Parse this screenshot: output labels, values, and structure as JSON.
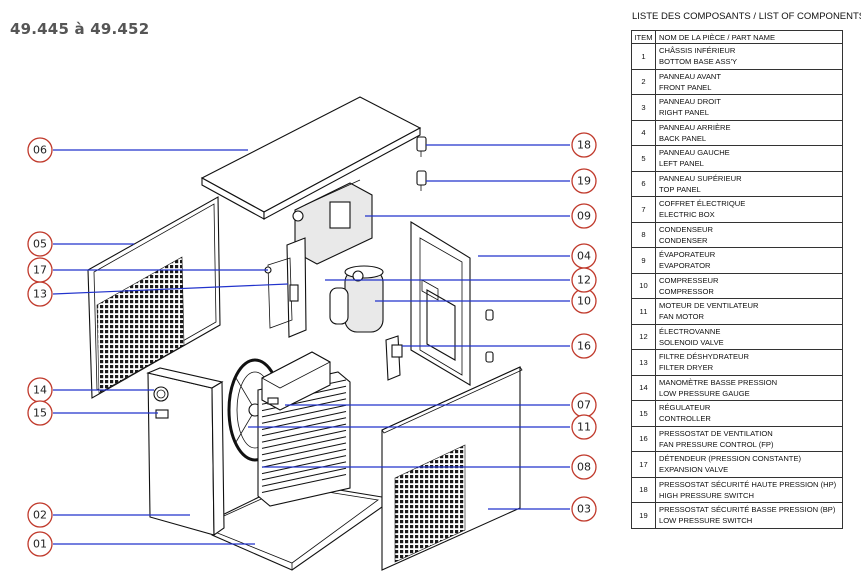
{
  "title": "49.445 à 49.452",
  "parts_list": {
    "heading": "LISTE DES COMPOSANTS / LIST OF COMPONENTS",
    "col_item": "ITEM",
    "col_name": "NOM DE LA PIÈCE / PART NAME",
    "items": [
      {
        "item": "1",
        "fr": "CHÂSSIS INFÉRIEUR",
        "en": "BOTTOM BASE ASS'Y"
      },
      {
        "item": "2",
        "fr": "PANNEAU AVANT",
        "en": "FRONT PANEL"
      },
      {
        "item": "3",
        "fr": "PANNEAU DROIT",
        "en": "RIGHT PANEL"
      },
      {
        "item": "4",
        "fr": "PANNEAU ARRIÈRE",
        "en": "BACK PANEL"
      },
      {
        "item": "5",
        "fr": "PANNEAU GAUCHE",
        "en": "LEFT PANEL"
      },
      {
        "item": "6",
        "fr": "PANNEAU SUPÉRIEUR",
        "en": "TOP PANEL"
      },
      {
        "item": "7",
        "fr": "COFFRET ÉLECTRIQUE",
        "en": "ELECTRIC BOX"
      },
      {
        "item": "8",
        "fr": "CONDENSEUR",
        "en": "CONDENSER"
      },
      {
        "item": "9",
        "fr": "ÉVAPORATEUR",
        "en": "EVAPORATOR"
      },
      {
        "item": "10",
        "fr": "COMPRESSEUR",
        "en": "COMPRESSOR"
      },
      {
        "item": "11",
        "fr": "MOTEUR DE VENTILATEUR",
        "en": "FAN MOTOR"
      },
      {
        "item": "12",
        "fr": "ÉLECTROVANNE",
        "en": "SOLENOID VALVE"
      },
      {
        "item": "13",
        "fr": "FILTRE DÉSHYDRATEUR",
        "en": "FILTER DRYER"
      },
      {
        "item": "14",
        "fr": "MANOMÈTRE BASSE PRESSION",
        "en": "LOW PRESSURE GAUGE"
      },
      {
        "item": "15",
        "fr": "RÉGULATEUR",
        "en": "CONTROLLER"
      },
      {
        "item": "16",
        "fr": "PRESSOSTAT DE VENTILATION",
        "en": "FAN PRESSURE CONTROL (FP)"
      },
      {
        "item": "17",
        "fr": "DÉTENDEUR (PRESSION CONSTANTE)",
        "en": "EXPANSION VALVE"
      },
      {
        "item": "18",
        "fr": "PRESSOSTAT SÉCURITÉ HAUTE PRESSION (HP)",
        "en": "HIGH PRESSURE SWITCH"
      },
      {
        "item": "19",
        "fr": "PRESSOSTAT SÉCURITÉ BASSE PRESSION (BP)",
        "en": "LOW PRESSURE SWITCH"
      }
    ]
  },
  "callouts": {
    "c01": "01",
    "c02": "02",
    "c03": "03",
    "c04": "04",
    "c05": "05",
    "c06": "06",
    "c07": "07",
    "c08": "08",
    "c09": "09",
    "c10": "10",
    "c11": "11",
    "c12": "12",
    "c13": "13",
    "c14": "14",
    "c15": "15",
    "c16": "16",
    "c17": "17",
    "c18": "18",
    "c19": "19"
  }
}
